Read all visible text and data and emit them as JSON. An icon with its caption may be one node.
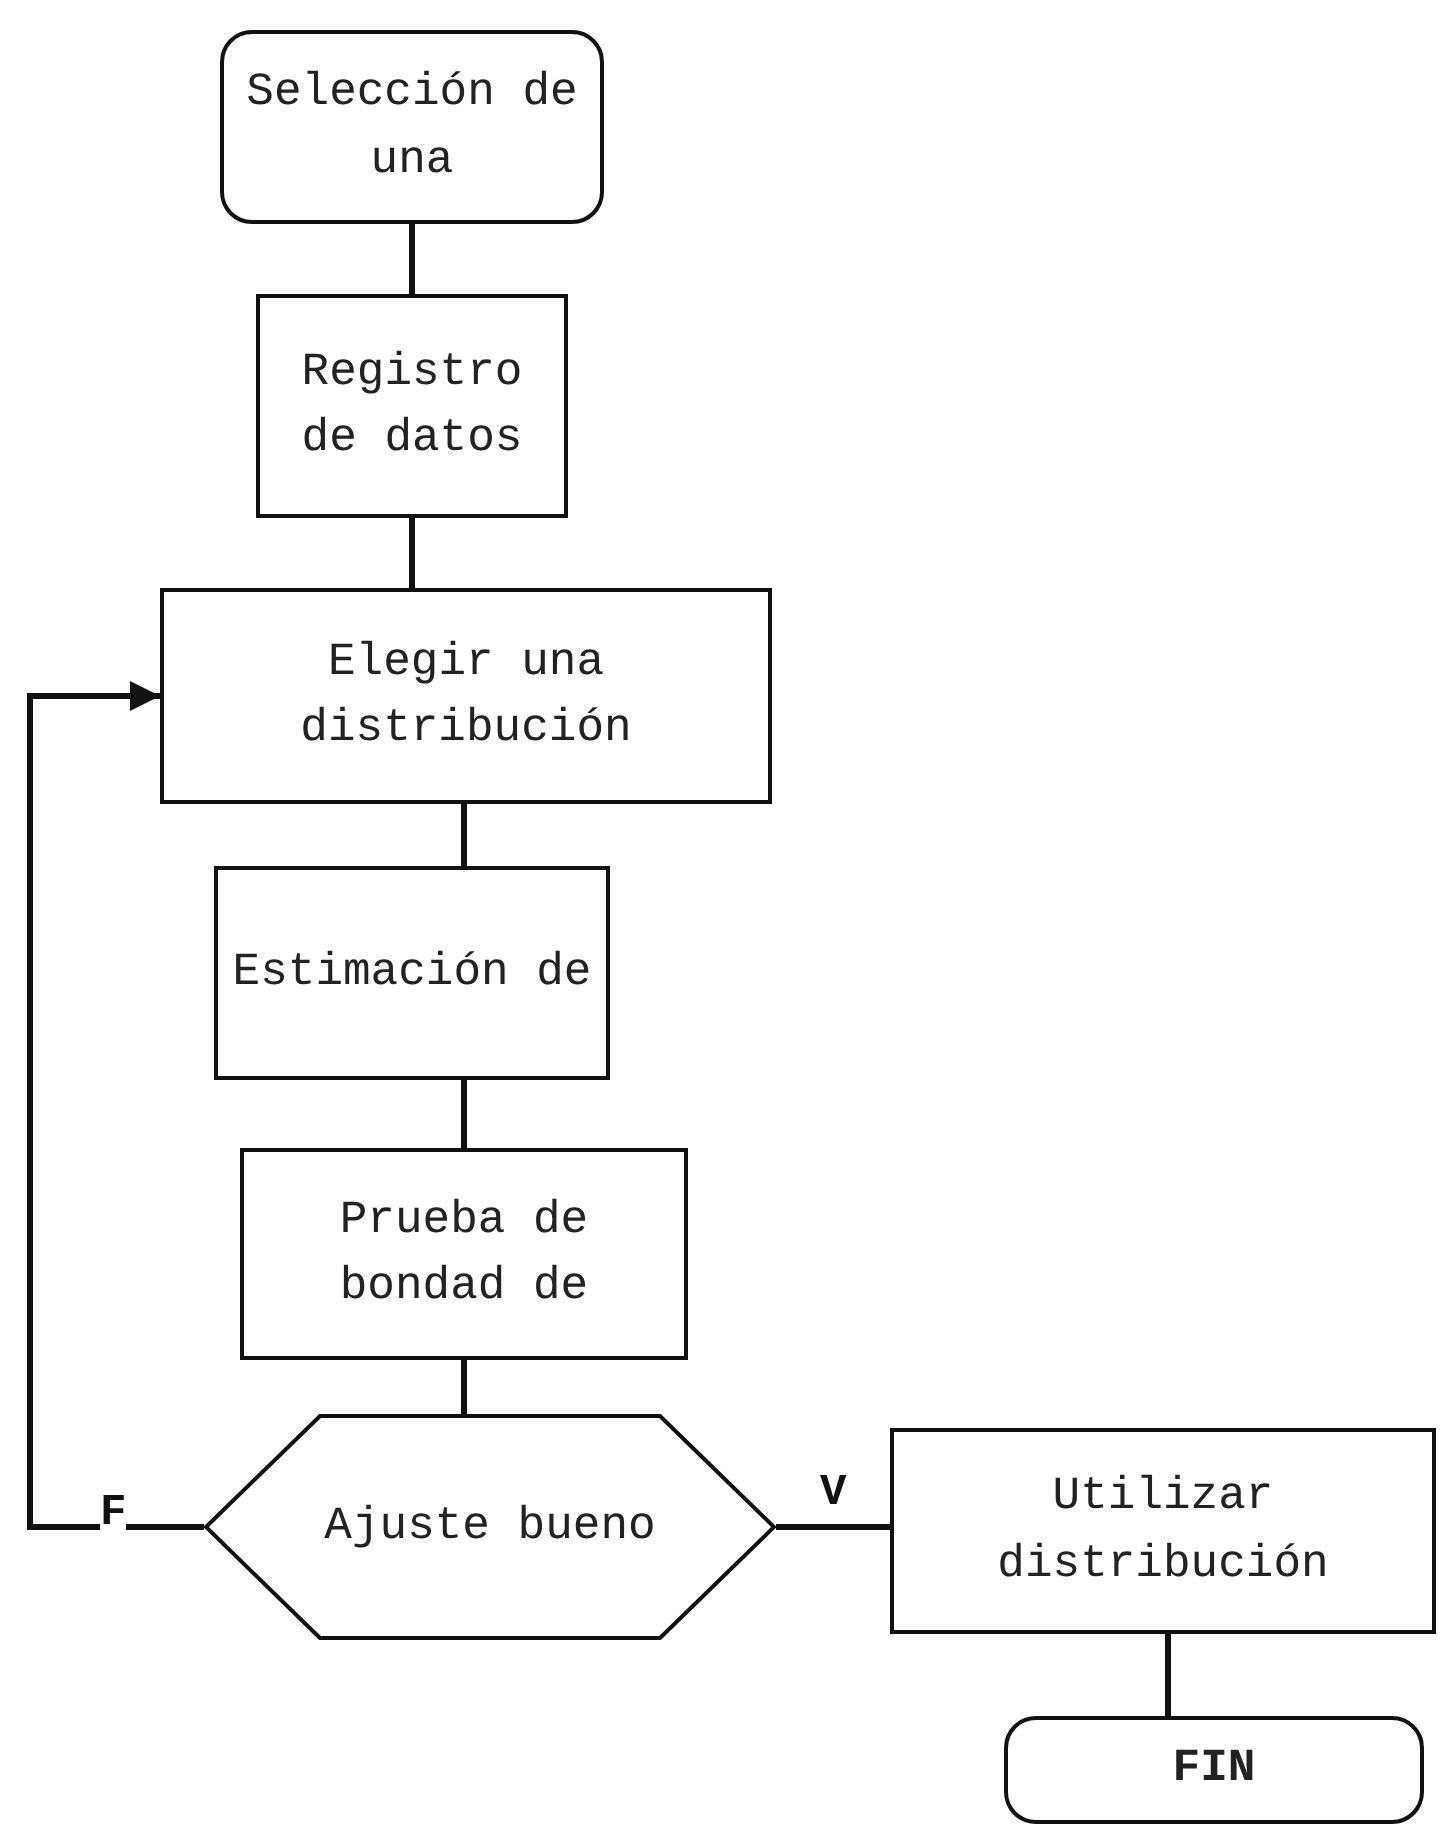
{
  "diagram": {
    "nodes": [
      {
        "text": [
          "Selección de una"
        ]
      },
      {
        "text": [
          "Registro de datos"
        ]
      },
      {
        "text": [
          "Elegir una distribución"
        ]
      },
      {
        "text": [
          "Estimación de"
        ]
      },
      {
        "text": [
          "Prueba de bondad de"
        ]
      },
      {
        "text": [
          "Ajuste bueno"
        ]
      },
      {
        "text": [
          "Utilizar distribución"
        ]
      },
      {
        "text": [
          "FIN"
        ]
      }
    ],
    "edges": [
      {
        "from": 0,
        "to": 1,
        "arrow": "none"
      },
      {
        "from": 1,
        "to": 2,
        "arrow": "none"
      },
      {
        "from": 2,
        "to": 3,
        "arrow": "none"
      },
      {
        "from": 3,
        "to": 4,
        "arrow": "none"
      },
      {
        "from": 4,
        "to": 5,
        "arrow": "none"
      },
      {
        "from": 5,
        "to": 2,
        "arrow": "to",
        "label": "F"
      },
      {
        "from": 5,
        "to": 6,
        "arrow": "none",
        "label": "V"
      },
      {
        "from": 6,
        "to": 7,
        "arrow": "none"
      }
    ]
  }
}
